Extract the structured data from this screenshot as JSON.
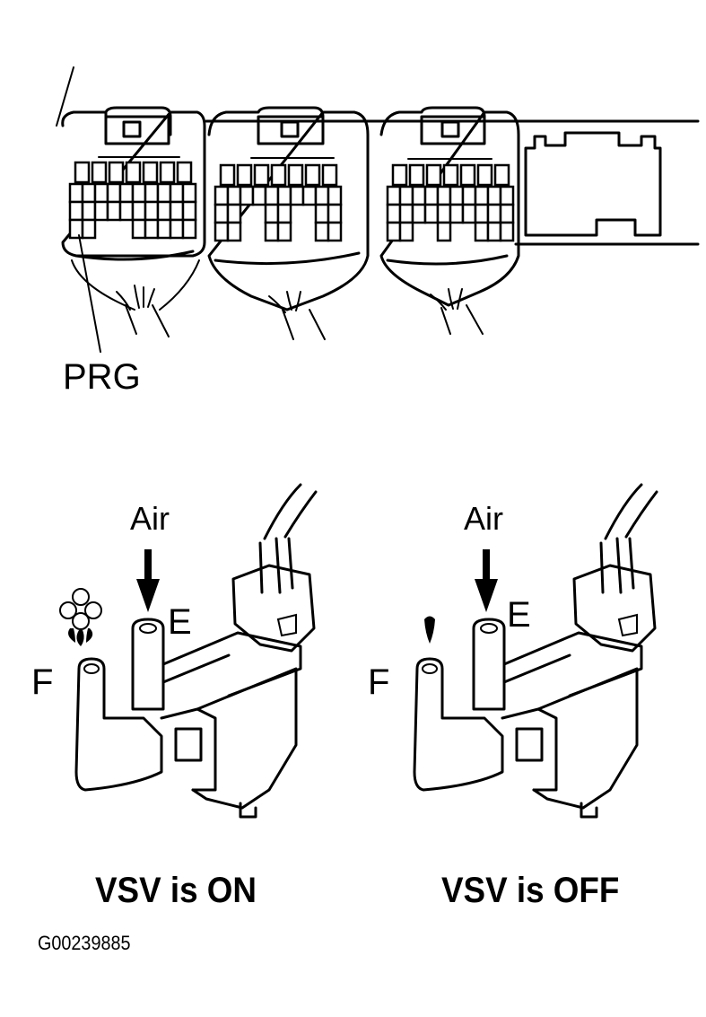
{
  "figure": {
    "figure_id": "G00239885",
    "connector_section": {
      "terminal_label": "PRG",
      "connectors": [
        {
          "name": "ecu-connector-1"
        },
        {
          "name": "ecu-connector-2"
        },
        {
          "name": "ecu-connector-3"
        },
        {
          "name": "ecu-connector-4"
        }
      ]
    },
    "vsv_on": {
      "air_label": "Air",
      "port_e_label": "E",
      "port_f_label": "F",
      "caption": "VSV is ON",
      "flow_indicator": "air-burst-icon"
    },
    "vsv_off": {
      "air_label": "Air",
      "port_e_label": "E",
      "port_f_label": "F",
      "caption": "VSV is OFF",
      "flow_indicator": "air-drop-icon"
    }
  },
  "colors": {
    "ink": "#000000",
    "paper": "#ffffff"
  }
}
